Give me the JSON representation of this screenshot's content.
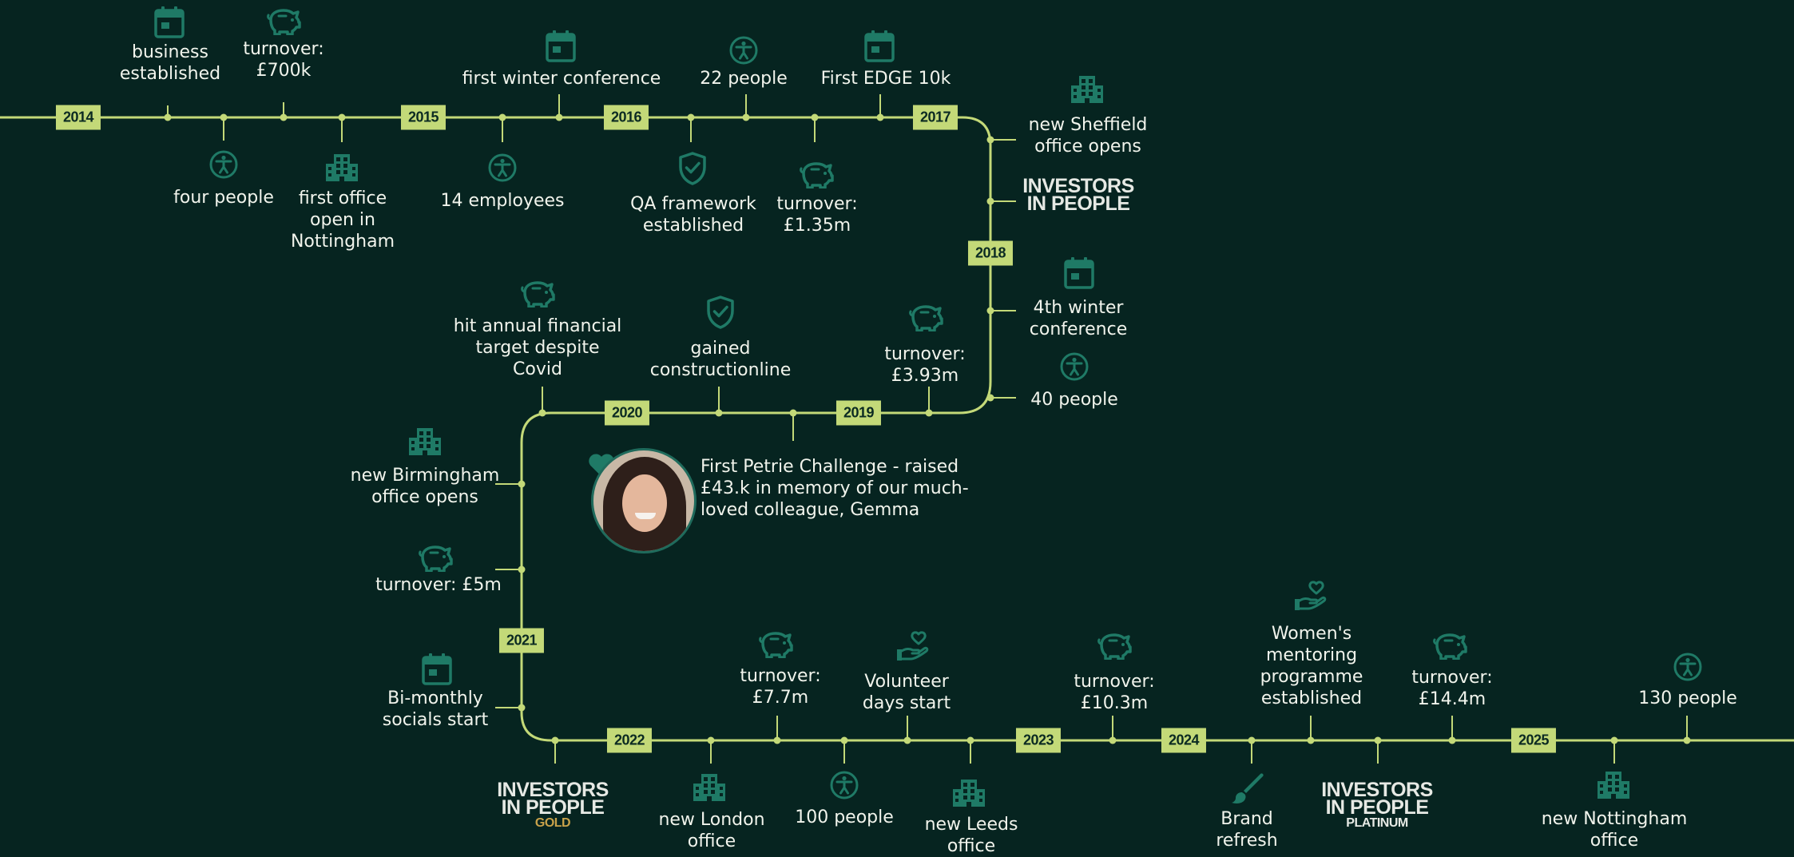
{
  "colors": {
    "background": "#062420",
    "line": "#c3d978",
    "icon": "#1f7a66",
    "text": "#f1f4ec"
  },
  "years": [
    "2014",
    "2015",
    "2016",
    "2017",
    "2018",
    "2019",
    "2020",
    "2021",
    "2022",
    "2023",
    "2024",
    "2025"
  ],
  "events": {
    "business_established": "business\nestablished",
    "four_people": "four people",
    "turnover_700k": "turnover:\n£700k",
    "first_office_nottingham": "first office\nopen in\nNottingham",
    "fourteen_employees": "14 employees",
    "first_winter_conference": "first winter conference",
    "qa_framework": "QA framework\nestablished",
    "twenty_two_people": "22 people",
    "turnover_1_35m": "turnover:\n£1.35m",
    "first_edge_10k": "First EDGE 10k",
    "sheffield_office": "new Sheffield\noffice opens",
    "fourth_winter_conference": "4th winter\nconference",
    "forty_people": "40 people",
    "turnover_3_93m": "turnover:\n£3.93m",
    "gained_constructionline": "gained\nconstructionline",
    "petrie_challenge": "First Petrie Challenge - raised\n£43.k in memory of our much-\nloved colleague, Gemma",
    "financial_target_covid": "hit annual financial\ntarget despite\nCovid",
    "birmingham_office": "new Birmingham\noffice opens",
    "turnover_5m": "turnover: £5m",
    "bimonthly_socials": "Bi-monthly\nsocials start",
    "london_office": "new London\noffice",
    "turnover_7_7m": "turnover:\n£7.7m",
    "hundred_people": "100 people",
    "volunteer_days": "Volunteer\ndays start",
    "leeds_office": "new Leeds\noffice",
    "turnover_10_3m": "turnover:\n£10.3m",
    "brand_refresh": "Brand\nrefresh",
    "womens_mentoring": "Women's\nmentoring\nprogramme\nestablished",
    "turnover_14_4m": "turnover:\n£14.4m",
    "hundred_thirty_people": "130 people",
    "nottingham_office_new": "new Nottingham\noffice"
  },
  "logos": {
    "iip": {
      "line1": "INVESTORS",
      "line2": "IN PEOPLE"
    },
    "iip_gold": {
      "line1": "INVESTORS",
      "line2": "IN PEOPLE",
      "tier": "GOLD"
    },
    "iip_platinum": {
      "line1": "INVESTORS",
      "line2": "IN PEOPLE",
      "tier": "PLATINUM"
    }
  },
  "icons": [
    "calendar-icon",
    "piggy-bank-icon",
    "person-icon",
    "building-icon",
    "shield-check-icon",
    "hand-heart-icon",
    "paintbrush-icon",
    "heart-icon"
  ]
}
